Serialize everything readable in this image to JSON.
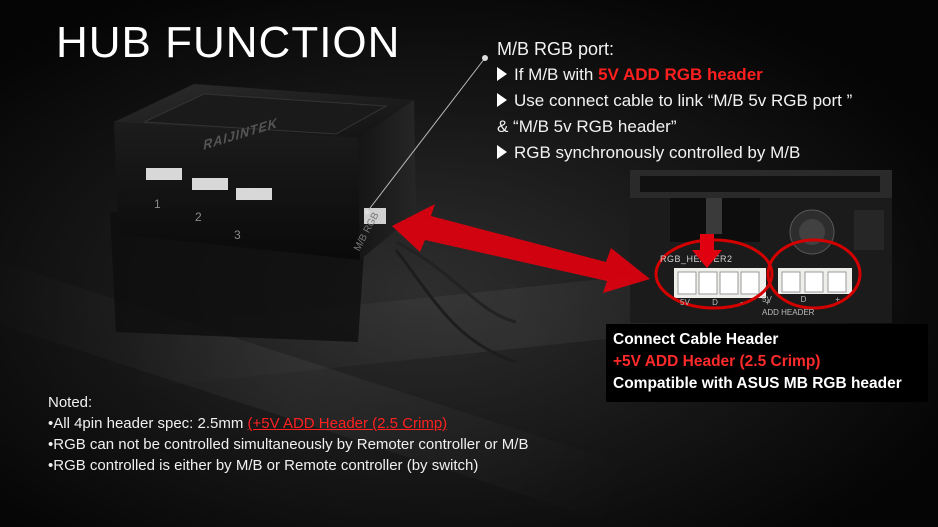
{
  "title": "HUB FUNCTION",
  "mb_port": {
    "heading": "M/B RGB port:",
    "bullet1_prefix": "If M/B with ",
    "bullet1_highlight": "5V ADD RGB header",
    "bullet2_line1": "Use connect cable to link “M/B 5v RGB port ”",
    "bullet2_line2": " & “M/B 5v RGB header”",
    "bullet3": "RGB synchronously controlled by M/B"
  },
  "hub": {
    "brand": "RAIJINTEK",
    "port_numbers": [
      "1",
      "2",
      "3"
    ],
    "mb_label": "M/B RGB"
  },
  "board": {
    "header_label": "RGB_HEADER2",
    "pin_labels": [
      "5V",
      "D",
      "-",
      "+"
    ],
    "right_pin_labels": [
      "5V",
      "D",
      "+"
    ],
    "right_label": "ADD HEADER"
  },
  "caption": {
    "line1": "Connect Cable Header",
    "line2": "+5V ADD Header (2.5 Crimp)",
    "line3": "Compatible with ASUS MB RGB header"
  },
  "notes": {
    "heading": "Noted:",
    "line1_prefix": "•All 4pin header spec: 2.5mm ",
    "line1_highlight": "(+5V ADD Header (2.5 Crimp)",
    "line2": "•RGB can not be controlled simultaneously by Remoter controller or M/B",
    "line3": "•RGB controlled is either by M/B or Remote controller (by switch)"
  },
  "colors": {
    "accent_red": "#e0000f",
    "text_white": "#ffffff",
    "background": "#0b0b0b"
  },
  "icons": [
    "bullet-triangle-icon",
    "red-double-arrow-icon",
    "red-down-arrow-icon"
  ]
}
